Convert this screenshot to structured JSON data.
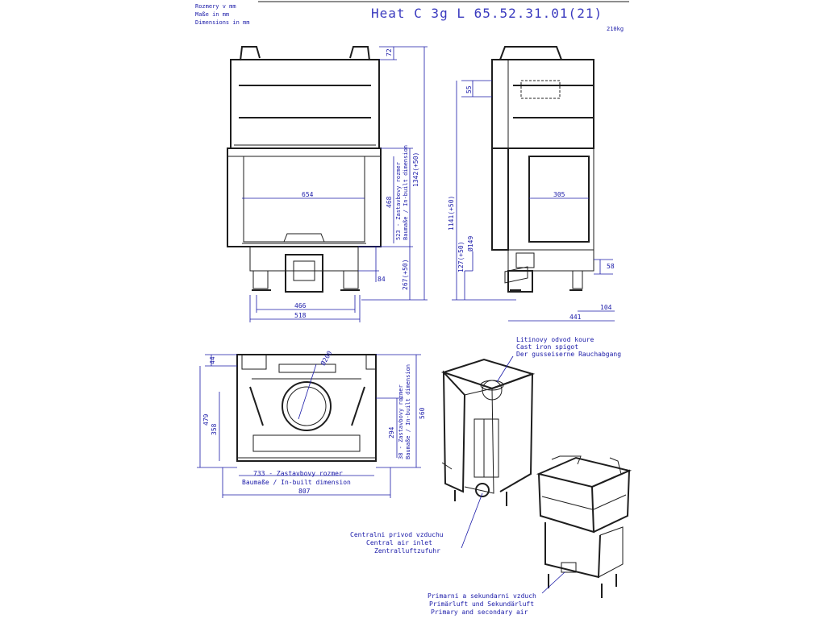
{
  "header": {
    "units_cz": "Rozmery v mm",
    "units_de": "Maße in mm",
    "units_en": "Dimensions in mm",
    "title": "Heat C 3g L 65.52.31.01(21)",
    "weight": "210kg"
  },
  "front_view": {
    "d72": "72",
    "d654": "654",
    "d468": "468",
    "d523": "523 - Zastavbovy rozmer",
    "d523b": "Baumaße / In-built dimension",
    "d1342": "1342(+50)",
    "d84": "84",
    "d267": "267(+50)",
    "d466": "466",
    "d518": "518"
  },
  "side_view": {
    "d55": "55",
    "d1141": "1141(+50)",
    "d305": "305",
    "d149": "Ø149",
    "d127": "127(+50)",
    "d58": "58",
    "d104": "104",
    "d441": "441"
  },
  "top_view": {
    "d44": "44",
    "d200": "Ø200",
    "d479": "479",
    "d358": "358",
    "d294": "294",
    "d560": "560",
    "d38": "38 - Zastavbovy rozmer",
    "d38b": "Baumaße / In-built dimension",
    "d733": "733 - Zastavbovy rozmer",
    "d733b": "Baumaße / In-built dimension",
    "d807": "807"
  },
  "notes": {
    "spigot_cz": "Litinovy odvod koure",
    "spigot_en": "Cast iron spigot",
    "spigot_de": "Der gusseiserne Rauchabgang",
    "inlet_cz": "Centralni privod vzduchu",
    "inlet_en": "Central air inlet",
    "inlet_de": "Zentralluftzufuhr",
    "prim_cz": "Primarni a sekundarni vzduch",
    "prim_de": "Primärluft und Sekundärluft",
    "prim_en": "Primary and secondary air"
  }
}
